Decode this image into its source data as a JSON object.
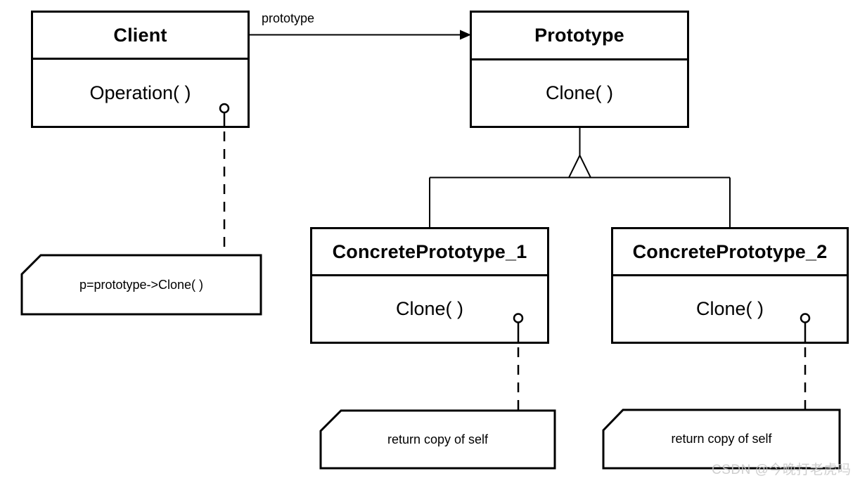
{
  "classes": [
    {
      "id": "client",
      "name": "Client",
      "methods": [
        "Operation( )"
      ]
    },
    {
      "id": "prototype",
      "name": "Prototype",
      "methods": [
        "Clone( )"
      ]
    },
    {
      "id": "concrete-prototype-1",
      "name": "ConcretePrototype_1",
      "methods": [
        "Clone( )"
      ]
    },
    {
      "id": "concrete-prototype-2",
      "name": "ConcretePrototype_2",
      "methods": [
        "Clone( )"
      ]
    }
  ],
  "association": {
    "label": "prototype"
  },
  "notes": [
    {
      "text": "p=prototype->Clone( )"
    },
    {
      "text": "return copy of self"
    },
    {
      "text": "return copy of self"
    }
  ],
  "watermark": {
    "text": "CSDN @今晚打老虎吗",
    "color": "#c6c6c6"
  },
  "colors": {
    "line": "#000000",
    "background": "#ffffff"
  }
}
